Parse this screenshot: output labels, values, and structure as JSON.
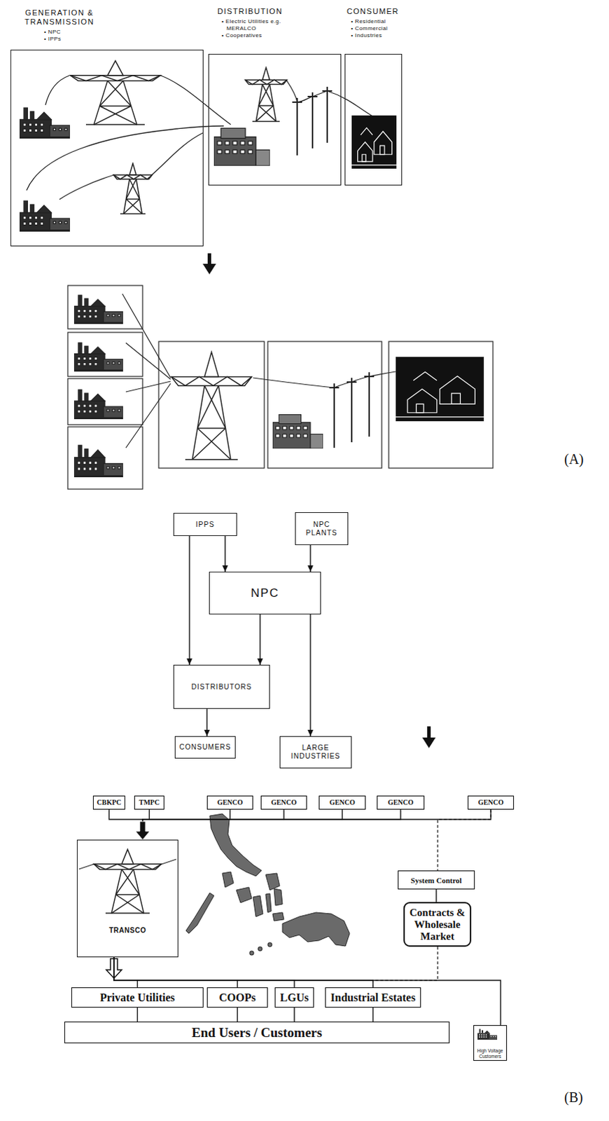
{
  "diagram": {
    "nodes": [
      {
        "text": [
          "GENERATION & TRANSMISSION",
          "• NPC",
          "• IPPs"
        ]
      },
      {
        "text": [
          "DISTRIBUTION",
          "• Electric Utilities e.g. MERALCO",
          "• Cooperatives"
        ]
      },
      {
        "text": [
          "CONSUMER",
          "• Residential",
          "• Commercial",
          "• Industries"
        ]
      },
      {
        "text": [
          "IPPS"
        ]
      },
      {
        "text": [
          "NPC PLANTS"
        ]
      },
      {
        "text": [
          "NPC"
        ]
      },
      {
        "text": [
          "DISTRIBUTORS"
        ]
      },
      {
        "text": [
          "CONSUMERS"
        ]
      },
      {
        "text": [
          "LARGE INDUSTRIES"
        ]
      },
      {
        "text": [
          "CBKPC"
        ]
      },
      {
        "text": [
          "TMPC"
        ]
      },
      {
        "text": [
          "GENCO"
        ]
      },
      {
        "text": [
          "GENCO"
        ]
      },
      {
        "text": [
          "GENCO"
        ]
      },
      {
        "text": [
          "GENCO"
        ]
      },
      {
        "text": [
          "GENCO"
        ]
      },
      {
        "text": [
          "TRANSCO"
        ]
      },
      {
        "text": [
          "System Control"
        ]
      },
      {
        "text": [
          "Contracts & Wholesale Market"
        ]
      },
      {
        "text": [
          "Private Utilities"
        ]
      },
      {
        "text": [
          "COOPs"
        ]
      },
      {
        "text": [
          "LGUs"
        ]
      },
      {
        "text": [
          "Industrial Estates"
        ]
      },
      {
        "text": [
          "End Users / Customers"
        ]
      },
      {
        "text": [
          "High Voltage Customers"
        ]
      }
    ],
    "edges": [
      {
        "from": 3,
        "to": 6,
        "arrow": "to"
      },
      {
        "from": 3,
        "to": 5,
        "arrow": "to"
      },
      {
        "from": 4,
        "to": 5,
        "arrow": "to"
      },
      {
        "from": 5,
        "to": 6,
        "arrow": "to"
      },
      {
        "from": 5,
        "to": 8,
        "arrow": "to"
      },
      {
        "from": 6,
        "to": 7,
        "arrow": "to"
      },
      {
        "from": 9,
        "to": 16,
        "arrow": "to"
      },
      {
        "from": 10,
        "to": 16,
        "arrow": "to"
      },
      {
        "from": 11,
        "to": 16,
        "arrow": "to"
      },
      {
        "from": 12,
        "to": 16,
        "arrow": "to"
      },
      {
        "from": 13,
        "to": 16,
        "arrow": "to"
      },
      {
        "from": 14,
        "to": 16,
        "arrow": "to"
      },
      {
        "from": 15,
        "to": 16,
        "arrow": "to"
      },
      {
        "from": 15,
        "to": 17,
        "arrow": "none"
      },
      {
        "from": 17,
        "to": 18,
        "arrow": "none"
      },
      {
        "from": 18,
        "to": 22,
        "arrow": "none"
      },
      {
        "from": 16,
        "to": 19,
        "arrow": "none"
      },
      {
        "from": 16,
        "to": 20,
        "arrow": "none"
      },
      {
        "from": 16,
        "to": 21,
        "arrow": "none"
      },
      {
        "from": 16,
        "to": 22,
        "arrow": "none"
      },
      {
        "from": 16,
        "to": 24,
        "arrow": "none"
      },
      {
        "from": 19,
        "to": 23,
        "arrow": "none"
      },
      {
        "from": 20,
        "to": 23,
        "arrow": "none"
      },
      {
        "from": 21,
        "to": 23,
        "arrow": "none"
      },
      {
        "from": 22,
        "to": 23,
        "arrow": "none"
      }
    ],
    "labels": [
      "(A)",
      "(B)"
    ]
  }
}
